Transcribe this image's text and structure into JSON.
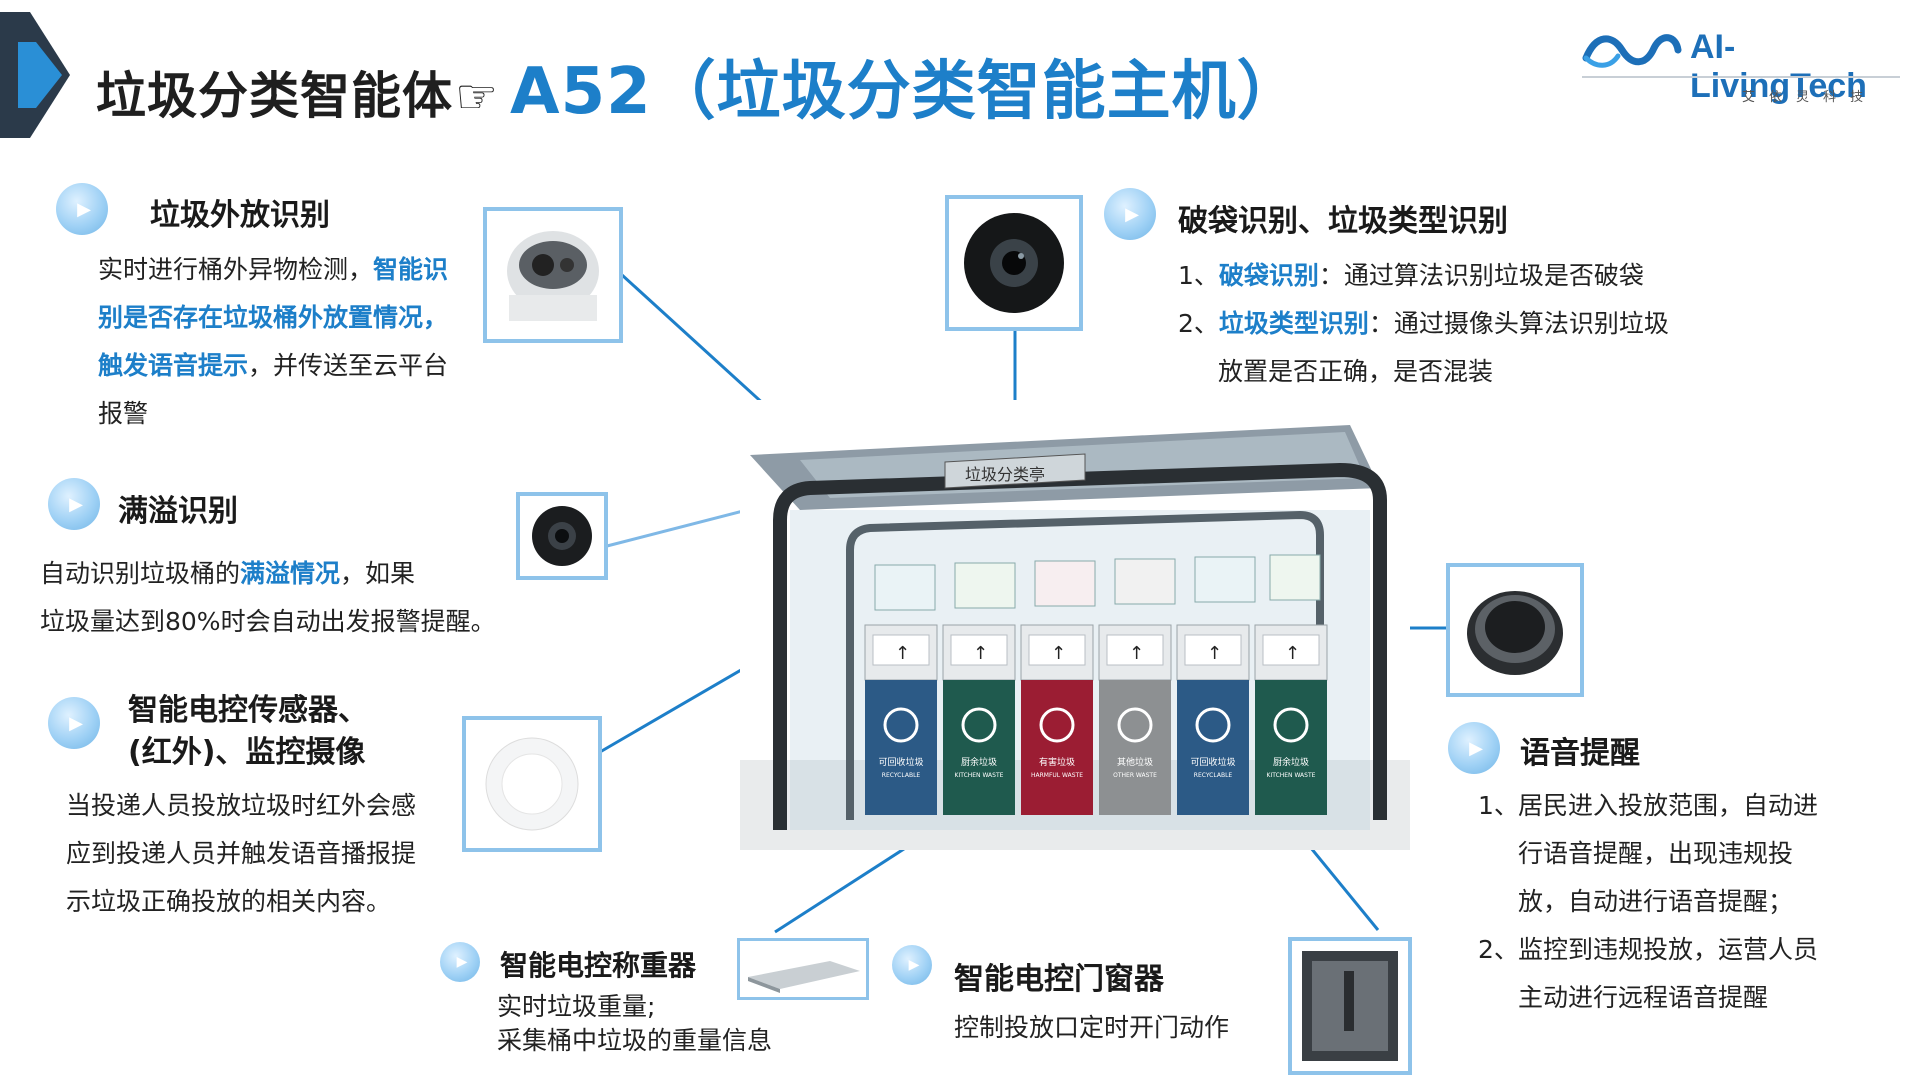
{
  "header": {
    "title_part1": "垃圾分类智能体",
    "hand_symbol": "☞",
    "title_part2": "A52（垃圾分类智能主机）"
  },
  "logo": {
    "brand": "AI-LivingTech",
    "subtitle": "艾依灵科技"
  },
  "sections": {
    "outside": {
      "heading": "垃圾外放识别",
      "text1": "实时进行桶外异物检测，",
      "highlight": "智能识别是否存在垃圾桶外放置情况，触发语音提示",
      "text2": "，并传送至云平台报警"
    },
    "overflow": {
      "heading": "满溢识别",
      "text1": "自动识别垃圾桶的",
      "highlight": "满溢情况",
      "text2": "，如果",
      "line2": "垃圾量达到80%时会自动出发报警提醒。"
    },
    "sensor": {
      "heading_line1": "智能电控传感器、",
      "heading_line2": "(红外)、监控摄像",
      "text": "当投递人员投放垃圾时红外会感应到投递人员并触发语音播报提示垃圾正确投放的相关内容。"
    },
    "scale": {
      "heading": "智能电控称重器",
      "line1": "实时垃圾重量;",
      "line2": "采集桶中垃圾的重量信息"
    },
    "door": {
      "heading": "智能电控门窗器",
      "text": "控制投放口定时开门动作"
    },
    "bag": {
      "heading": "破袋识别、垃圾类型识别",
      "item1_num": "1、",
      "item1_label": "破袋识别",
      "item1_text": "：通过算法识别垃圾是否破袋",
      "item2_num": "2、",
      "item2_label": "垃圾类型识别",
      "item2_text": "：通过摄像头算法识别垃圾",
      "item2_line2": "放置是否正确，是否混装"
    },
    "voice": {
      "heading": "语音提醒",
      "item1_num": "1、",
      "item1_line1": "居民进入投放范围，自动进",
      "item1_line2": "行语音提醒，出现违规投",
      "item1_line3": "放，自动进行语音提醒；",
      "item2_num": "2、",
      "item2_line1": "监控到违规投放，运营人员",
      "item2_line2": "主动进行远程语音提醒"
    }
  },
  "kiosk": {
    "sign": "垃圾分类亭",
    "bins": [
      {
        "label": "可回收垃圾",
        "sub": "RECYCLABLE",
        "color": "#2c5a86"
      },
      {
        "label": "厨余垃圾",
        "sub": "KITCHEN WASTE",
        "color": "#1f5a4e"
      },
      {
        "label": "有害垃圾",
        "sub": "HARMFUL WASTE",
        "color": "#9b1d33"
      },
      {
        "label": "其他垃圾",
        "sub": "OTHER WASTE",
        "color": "#8d9092"
      },
      {
        "label": "可回收垃圾",
        "sub": "RECYCLABLE",
        "color": "#2c5a86"
      },
      {
        "label": "厨余垃圾",
        "sub": "KITCHEN WASTE",
        "color": "#1f5a4e"
      }
    ]
  },
  "colors": {
    "accent": "#1d7fc9",
    "frame": "#8ec3ea",
    "chevron_dark": "#2b3a4a",
    "chevron_light": "#2a8fd6"
  }
}
